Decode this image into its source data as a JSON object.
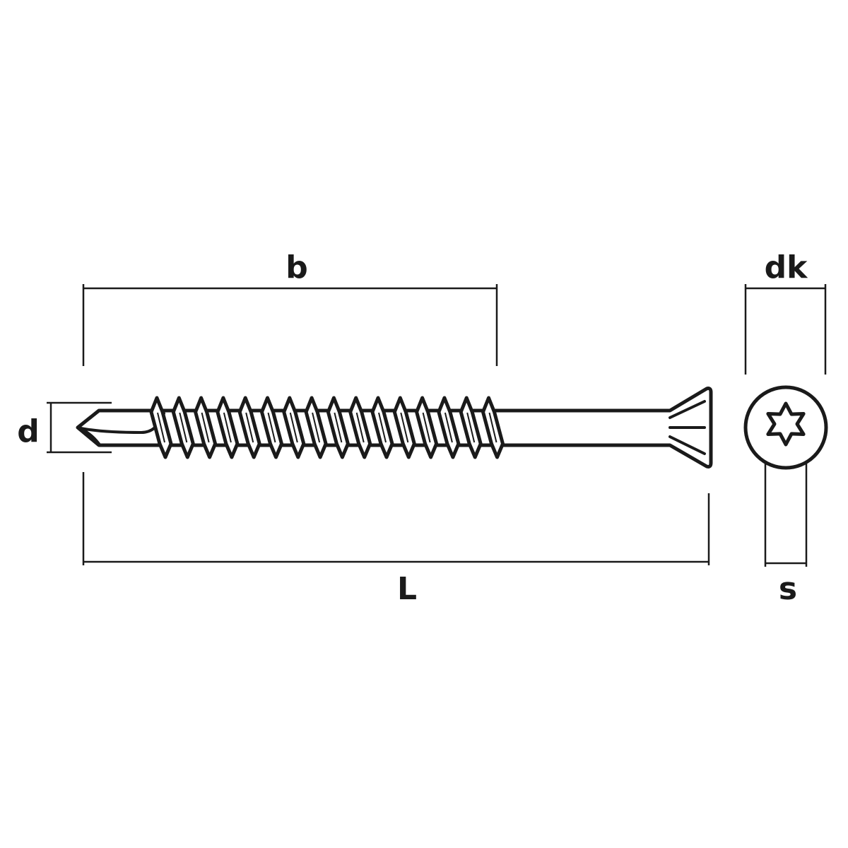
{
  "labels": {
    "thread_length": "b",
    "diameter": "d",
    "total_length": "L",
    "head_diameter": "dk",
    "drive_size": "s"
  },
  "colors": {
    "line": "#1a1a1a",
    "background": "#ffffff"
  }
}
